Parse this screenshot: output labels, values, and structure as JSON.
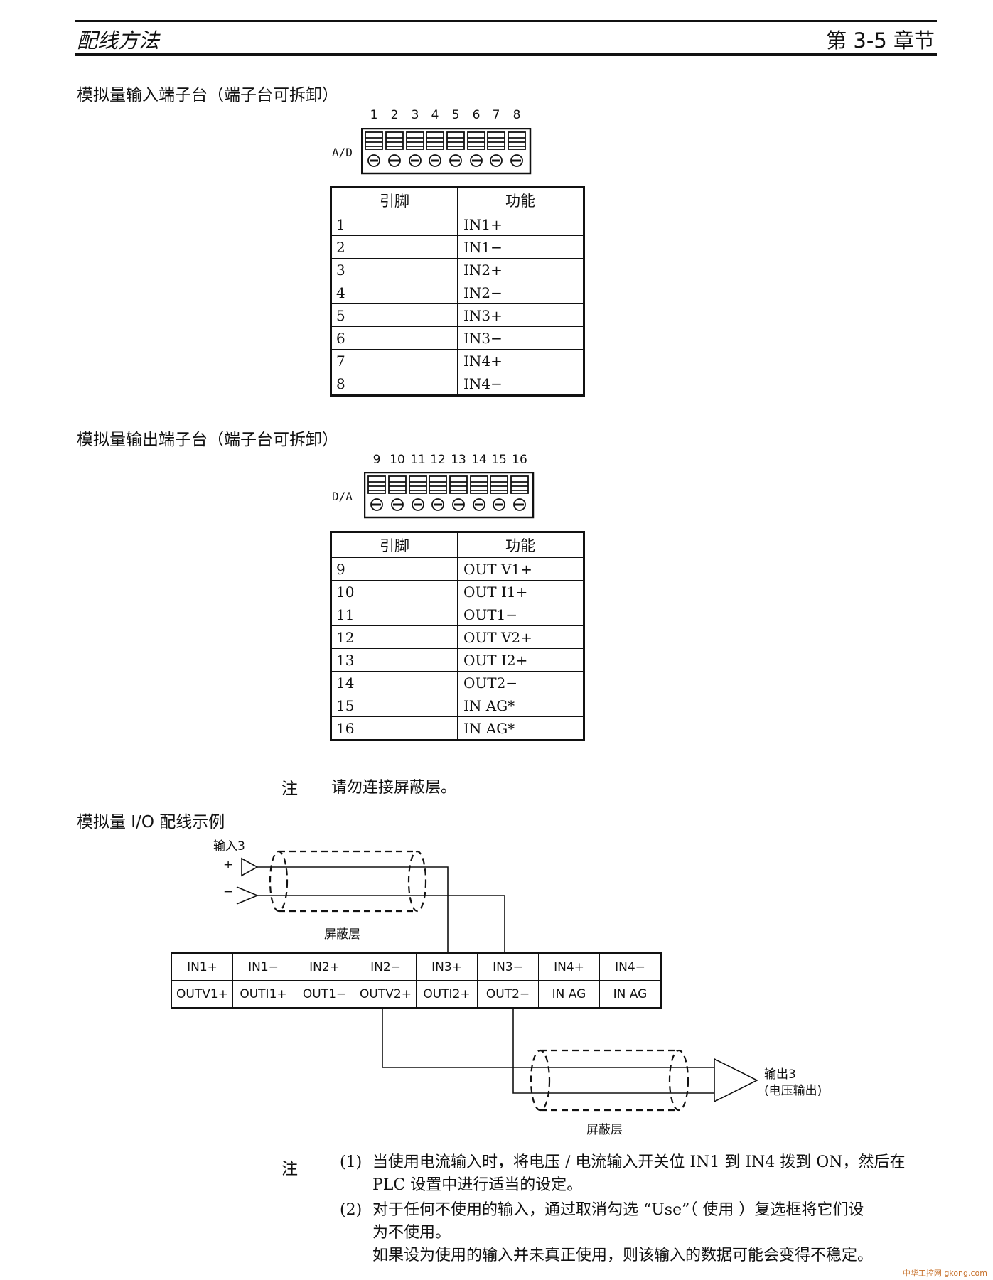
{
  "header": {
    "title": "配线方法",
    "section": "第 3-5 章节"
  },
  "input_block": {
    "heading": "模拟量输入端子台（端子台可拆卸）",
    "terminal_label": "A/D",
    "numbers": [
      "1",
      "2",
      "3",
      "4",
      "5",
      "6",
      "7",
      "8"
    ],
    "columns": [
      "引脚",
      "功能"
    ],
    "rows": [
      {
        "pin": "1",
        "func": "IN1+"
      },
      {
        "pin": "2",
        "func": "IN1−"
      },
      {
        "pin": "3",
        "func": "IN2+"
      },
      {
        "pin": "4",
        "func": "IN2−"
      },
      {
        "pin": "5",
        "func": "IN3+"
      },
      {
        "pin": "6",
        "func": "IN3−"
      },
      {
        "pin": "7",
        "func": "IN4+"
      },
      {
        "pin": "8",
        "func": "IN4−"
      }
    ]
  },
  "output_block": {
    "heading": "模拟量输出端子台（端子台可拆卸）",
    "terminal_label": "D/A",
    "numbers": [
      "9",
      "10",
      "11",
      "12",
      "13",
      "14",
      "15",
      "16"
    ],
    "columns": [
      "引脚",
      "功能"
    ],
    "rows": [
      {
        "pin": "9",
        "func": "OUT V1+"
      },
      {
        "pin": "10",
        "func": "OUT I1+"
      },
      {
        "pin": "11",
        "func": "OUT1−"
      },
      {
        "pin": "12",
        "func": "OUT V2+"
      },
      {
        "pin": "13",
        "func": "OUT I2+"
      },
      {
        "pin": "14",
        "func": "OUT2−"
      },
      {
        "pin": "15",
        "func": "IN AG*"
      },
      {
        "pin": "16",
        "func": "IN AG*"
      }
    ]
  },
  "note1": {
    "label": "注",
    "text": "请勿连接屏蔽层。"
  },
  "example": {
    "heading": "模拟量 I/O 配线示例",
    "input_label": "输入3",
    "plus": "+",
    "minus": "−",
    "shield_top": "屏蔽层",
    "shield_bottom": "屏蔽层",
    "output_label_1": "输出3",
    "output_label_2": "(电压输出)",
    "row1": [
      "IN1+",
      "IN1−",
      "IN2+",
      "IN2−",
      "IN3+",
      "IN3−",
      "IN4+",
      "IN4−"
    ],
    "row2": [
      "OUTV1+",
      "OUTI1+",
      "OUT1−",
      "OUTV2+",
      "OUTI2+",
      "OUT2−",
      "IN AG",
      "IN AG"
    ]
  },
  "note2": {
    "label": "注",
    "items": [
      {
        "num": "(1)",
        "lines": [
          "当使用电流输入时，将电压 / 电流输入开关位 IN1 到 IN4 拨到 ON，然后在",
          "PLC 设置中进行适当的设定。"
        ]
      },
      {
        "num": "(2)",
        "lines": [
          "对于任何不使用的输入，通过取消勾选 “Use”（ 使用 ）复选框将它们设",
          "为不使用。",
          "如果设为使用的输入并未真正使用，则该输入的数据可能会变得不稳定。"
        ]
      }
    ]
  },
  "watermark": "中华工控网 gkong.com"
}
